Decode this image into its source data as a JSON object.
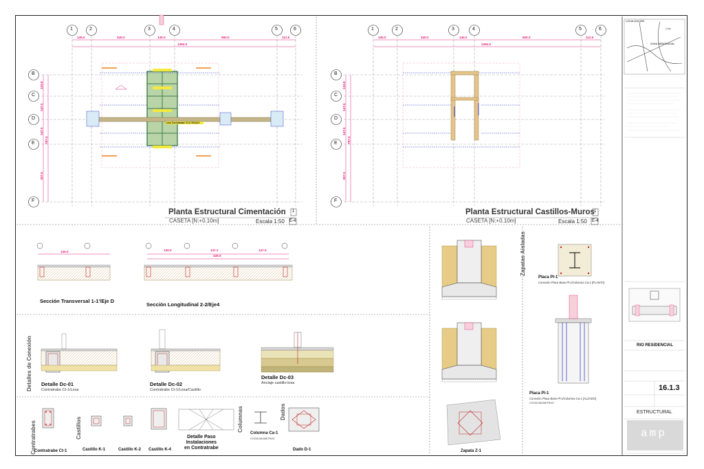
{
  "plans": {
    "foundation": {
      "title": "Planta Estructural Cimentación",
      "number": "1",
      "subtitle": "CASETA [N:+0.10m]",
      "scale": "Escala 1:50",
      "sheet_ref": "E-4"
    },
    "walls": {
      "title": "Planta Estructural Castillos-Muros",
      "number": "1",
      "subtitle": "CASETA [N:+0.10m]",
      "scale": "Escala 1:50",
      "sheet_ref": "E-4"
    }
  },
  "axes": {
    "columns": [
      "1",
      "2",
      "3",
      "4",
      "5",
      "6"
    ],
    "rows": [
      "B",
      "C",
      "D",
      "E",
      "F"
    ]
  },
  "dims": {
    "foundation_top": [
      "145.0",
      "340.0",
      "145.0",
      "650.0",
      "112.5"
    ],
    "foundation_total": "1392.5",
    "walls_top": [
      "145.0",
      "340.0",
      "145.0",
      "650.0",
      "112.5"
    ],
    "walls_total": "1392.5",
    "left_side": [
      "133.8",
      "147.5",
      "147.5",
      "357.5"
    ],
    "left_total": "787.5",
    "long_section": [
      "139.0",
      "147.2",
      "147.5"
    ],
    "long_total": "439.5",
    "transverse": "145.0",
    "foundation_beam_label": "Losa  Contratrabe Ct-1/ H/144.0"
  },
  "sections": {
    "s1": "Sección Transversal 1-1'/Eje D",
    "s2": "Sección Longitudinal 2-2/Eje4",
    "details_heading": "Detalles de Conexión",
    "dc01": {
      "title": "Detalle Dc-01",
      "sub": "Contratrabe Ct-1/Losa"
    },
    "dc02": {
      "title": "Detalle Dc-02",
      "sub": "Contratrabe Ct-1/Losa/Castillo"
    },
    "dc03": {
      "title": "Detalle Dc-03",
      "sub": "Anclaje castillo-losa"
    }
  },
  "elements": {
    "contratrabes": "Contratrabes",
    "contratrabe_ct1": "Contratrabe Ct-1",
    "castillos": "Castillos",
    "castillo_k1": "Castillo K-1",
    "castillo_k2": "Castillo K-2",
    "castillo_k4": "Castillo K-4",
    "paso": "Detalle Paso\nInstalaciones\nen Contratrabe",
    "columnas": "Columnas",
    "columna_ca1": "Columna Ca-1",
    "columna_sub": "COTAS MILÍMETROS",
    "dados": "Dados",
    "dado_d1": "Dado D-1"
  },
  "zapatas": {
    "heading": "Zapatas Aisladas",
    "z1": "Zapata Z-1",
    "placa_title": "Placa Pl-1",
    "placa_sub": "Conexión Placa Base Pl-1/Columna Ca-1 [PLANTA]",
    "placa_alz_title": "Placa Pl-1",
    "placa_alz_sub": "Conexión Placa Base Pl-1/Columna Ca-1 [ALZADO]",
    "placa_alz_note": "COTAS MILÍMETROS"
  },
  "title_block": {
    "location_label": "LOCALIZACIÓN",
    "map_labels": [
      "Calle",
      "ZONA RESIDENCIAL"
    ],
    "project": "RIO RESIDENCIAL",
    "discipline": "ESTRUCTURAL",
    "sheet_number": "16.1.3",
    "logo": "amp"
  },
  "colors": {
    "pink_dim": "#e0217a",
    "beam_green": "#3f7a4a",
    "footing_blue": "#9fc3d8",
    "soil_tan": "#d9c08a",
    "rebar_blue": "#3a43c8"
  }
}
